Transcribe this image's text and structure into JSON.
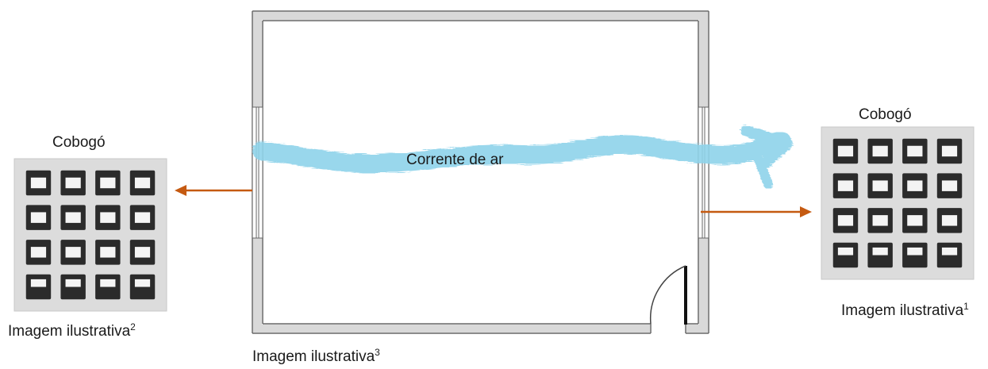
{
  "left_block": {
    "title": "Cobogó",
    "caption": "Imagem ilustrativa",
    "caption_sup": "2"
  },
  "right_block": {
    "title": "Cobogó",
    "caption": "Imagem ilustrativa",
    "caption_sup": "1"
  },
  "room": {
    "caption": "Imagem ilustrativa",
    "caption_sup": "3"
  },
  "airflow": {
    "label": "Corrente de ar",
    "color": "#8fd3ea"
  },
  "arrow_color": "#c55a11",
  "block_colors": {
    "face": "#dcdcdc",
    "hole": "#2b2b2b",
    "bevel": "#b8b8b8"
  }
}
